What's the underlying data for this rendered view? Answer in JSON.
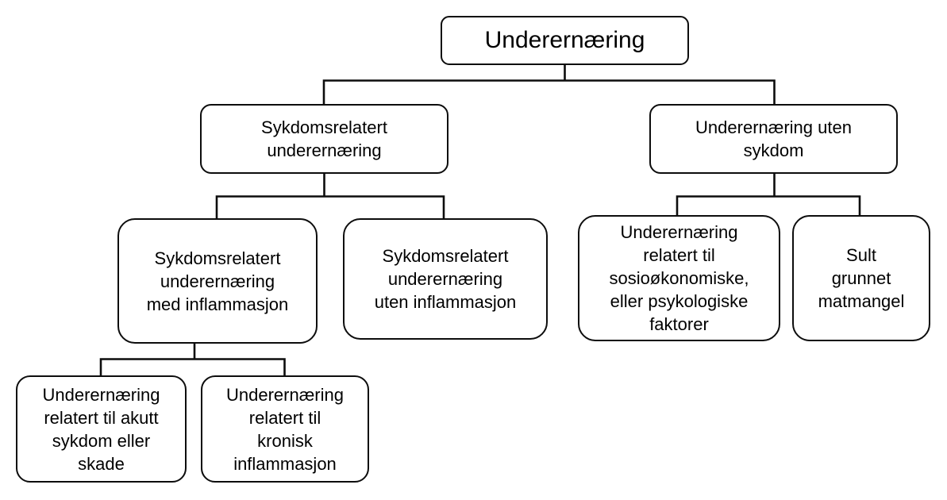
{
  "diagram": {
    "title": "Underernæring",
    "type": "hierarchy-flowchart",
    "colors": {
      "background": "#ffffff",
      "stroke": "#0d0d0d",
      "text": "#000000",
      "node_fill": "#ffffff"
    },
    "nodes": {
      "root": {
        "id": "root",
        "label": "Underernæring"
      },
      "disease": {
        "id": "disease",
        "label": "Sykdomsrelatert\nunderernæring"
      },
      "no_disease": {
        "id": "no_disease",
        "label": "Underernæring uten\nsykdom"
      },
      "with_infl": {
        "id": "with_infl",
        "label": "Sykdomsrelatert\nunderernæring\nmed inflammasjon"
      },
      "without_infl": {
        "id": "without_infl",
        "label": "Sykdomsrelatert\nunderernæring\nuten inflammasjon"
      },
      "socioeconomic": {
        "id": "socioeconomic",
        "label": "Underernæring\nrelatert til\nsosioøkonomiske,\neller psykologiske\nfaktorer"
      },
      "hunger": {
        "id": "hunger",
        "label": "Sult\ngrunnet\nmatmangel"
      },
      "acute": {
        "id": "acute",
        "label": "Underernæring\nrelatert til akutt\nsykdom eller\nskade"
      },
      "chronic": {
        "id": "chronic",
        "label": "Underernæring\nrelatert til\nkronisk\ninflammasjon"
      }
    },
    "edges": [
      {
        "from": "root",
        "to": "disease"
      },
      {
        "from": "root",
        "to": "no_disease"
      },
      {
        "from": "disease",
        "to": "with_infl"
      },
      {
        "from": "disease",
        "to": "without_infl"
      },
      {
        "from": "no_disease",
        "to": "socioeconomic"
      },
      {
        "from": "no_disease",
        "to": "hunger"
      },
      {
        "from": "with_infl",
        "to": "acute"
      },
      {
        "from": "with_infl",
        "to": "chronic"
      }
    ]
  }
}
